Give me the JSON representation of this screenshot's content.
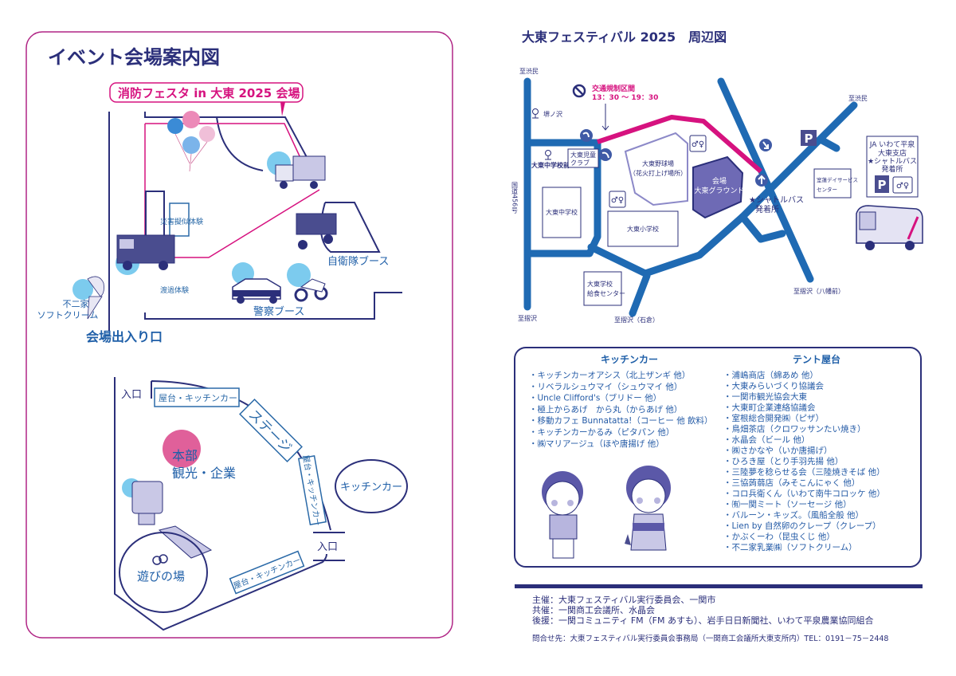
{
  "left": {
    "title": "イベント会場案内図",
    "callout": "消防フェスタ in 大東 2025 会場",
    "labels": {
      "disaster": "災害擬似体験",
      "crossing": "渡過体験",
      "sdf": "自衛隊ブース",
      "police": "警察ブース",
      "fujiya1": "不二家",
      "fujiya2": "ソフトクリーム",
      "gate": "会場出入り口"
    },
    "ground": {
      "entrance1": "入口",
      "entrance2": "入口",
      "stall_top": "屋台・キッチンカー",
      "stage": "ステージ",
      "stall_side": "屋台・キッチンカー",
      "stall_bottom": "屋台・キッチンカー",
      "kitchen": "キッチンカー",
      "hq": "本部",
      "tourism": "観光・企業",
      "play": "遊びの場"
    }
  },
  "right": {
    "title": "大東フェスティバル 2025　周辺図",
    "restriction_title": "交通規制区間",
    "restriction_time": "13：30 ～ 19：30",
    "places": {
      "to_shibutami_l": "至渋民",
      "to_shibutami_r": "至渋民",
      "sakainosawa": "堺ノ沢",
      "school_stop": "大東中学校前",
      "club1": "大東児童",
      "club2": "クラブ",
      "route": "国道456号",
      "jhs": "大東中学校",
      "ballpark1": "大東野球場",
      "ballpark2": "（花火打上げ場所）",
      "venue1": "会場",
      "venue2": "大東グラウンド",
      "shuttle1": "★シャトルバス",
      "shuttle2": "発着所",
      "es": "大東小学校",
      "lunch1": "大東学校",
      "lunch2": "給食センター",
      "to_surisawa_l": "至摺沢",
      "to_surisawa_ishikura": "至摺沢（石倉）",
      "to_surisawa_hachiman": "至摺沢（八幡前）",
      "dayservice1": "室蓮デイサービス",
      "dayservice2": "センター",
      "ja1": "JA いわて平泉",
      "ja2": "大東支店",
      "ja3": "★シャトルバス",
      "ja4": "発着所",
      "parking": "P"
    }
  },
  "legend": {
    "kitchen_title": "キッチンカー",
    "kitchen_items": [
      "・キッチンカーオアシス（北上ザンギ 他）",
      "・リベラルシュウマイ（シュウマイ 他）",
      "・Uncle Clifford's（ブリドー 他）",
      "・極上からあげ　から丸（からあげ 他）",
      "・移動カフェ Bunnatatta!（コーヒー 他 飲料）",
      "・キッチンカーかるみ（ピタパン 他）",
      "・㈱マリアージュ（ほや唐揚げ 他）"
    ],
    "tent_title": "テント屋台",
    "tent_items": [
      "・浦嶋商店（綿あめ 他）",
      "・大東みらいづくり協議会",
      "・一関市観光協会大東",
      "・大東町企業連絡協議会",
      "・室根総合開発㈱（ピザ）",
      "・鳥畑茶店（クロワッサンたい焼き）",
      "・水晶会（ビール 他）",
      "・㈱さかなや（いか唐揚げ）",
      "・ひろき屋（とり手羽先揚 他）",
      "・三陸夢を稔らせる会（三陸焼きそば 他）",
      "・三協蒟蒻店（みそこんにゃく 他）",
      "・コロ兵衛くん（いわて南牛コロッケ 他）",
      "・㈲一関ミート（ソーセージ 他）",
      "・バルーン・キッズ。（風船全般 他）",
      "・Lien by 自然卵のクレープ（クレープ）",
      "・かぶくーわ（昆虫くじ 他）",
      "・不二家乳業㈱（ソフトクリーム）"
    ]
  },
  "footer": {
    "host": "主催：大東フェスティバル実行委員会、一関市",
    "cohost": "共催：一関商工会議所、水晶会",
    "support": "後援：一関コミュニティ FM（FM あすも）、岩手日日新聞社、いわて平泉農業協同組合",
    "contact": "問合せ先：大東フェスティバル実行委員会事務局（一関商工会議所大東支所内）TEL：0191－75－2448"
  },
  "colors": {
    "navy": "#2b2f7a",
    "road": "#1f6ab3",
    "magenta": "#d6127f",
    "venue": "#6e6ab5",
    "pale": "#7ccbee"
  }
}
